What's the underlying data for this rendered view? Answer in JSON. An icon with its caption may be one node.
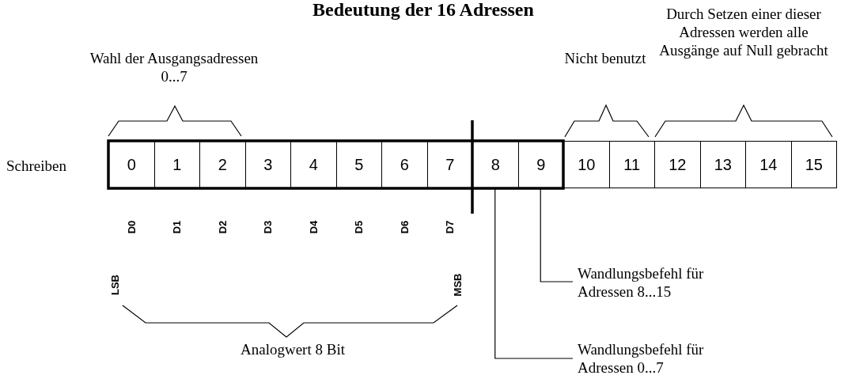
{
  "diagram": {
    "title": "Bedeutung der 16 Adressen",
    "nodes": [
      {
        "text": [
          "0"
        ]
      },
      {
        "text": [
          "1"
        ]
      },
      {
        "text": [
          "2"
        ]
      },
      {
        "text": [
          "3"
        ]
      },
      {
        "text": [
          "4"
        ]
      },
      {
        "text": [
          "5"
        ]
      },
      {
        "text": [
          "6"
        ]
      },
      {
        "text": [
          "7"
        ]
      },
      {
        "text": [
          "8"
        ]
      },
      {
        "text": [
          "9"
        ]
      },
      {
        "text": [
          "10"
        ]
      },
      {
        "text": [
          "11"
        ]
      },
      {
        "text": [
          "12"
        ]
      },
      {
        "text": [
          "13"
        ]
      },
      {
        "text": [
          "14"
        ]
      },
      {
        "text": [
          "15"
        ]
      },
      {
        "text": [
          "Wandlungsbefehl für Adressen 8...15"
        ]
      },
      {
        "text": [
          "Wandlungsbefehl für Adressen 0...7"
        ]
      }
    ],
    "edges": [
      {
        "from": 16,
        "to": 9,
        "arrow": "none"
      },
      {
        "from": 17,
        "to": 8,
        "arrow": "none"
      }
    ],
    "labels": [
      "Durch Setzen einer dieser Adressen werden alle Ausgänge auf Null gebracht",
      "Wahl der Ausgangsadressen 0...7",
      "Nicht benutzt",
      "Schreiben",
      "D0",
      "D1",
      "D2",
      "D3",
      "D4",
      "D5",
      "D6",
      "D7",
      "LSB",
      "MSB",
      "Analogwert 8 Bit"
    ]
  }
}
